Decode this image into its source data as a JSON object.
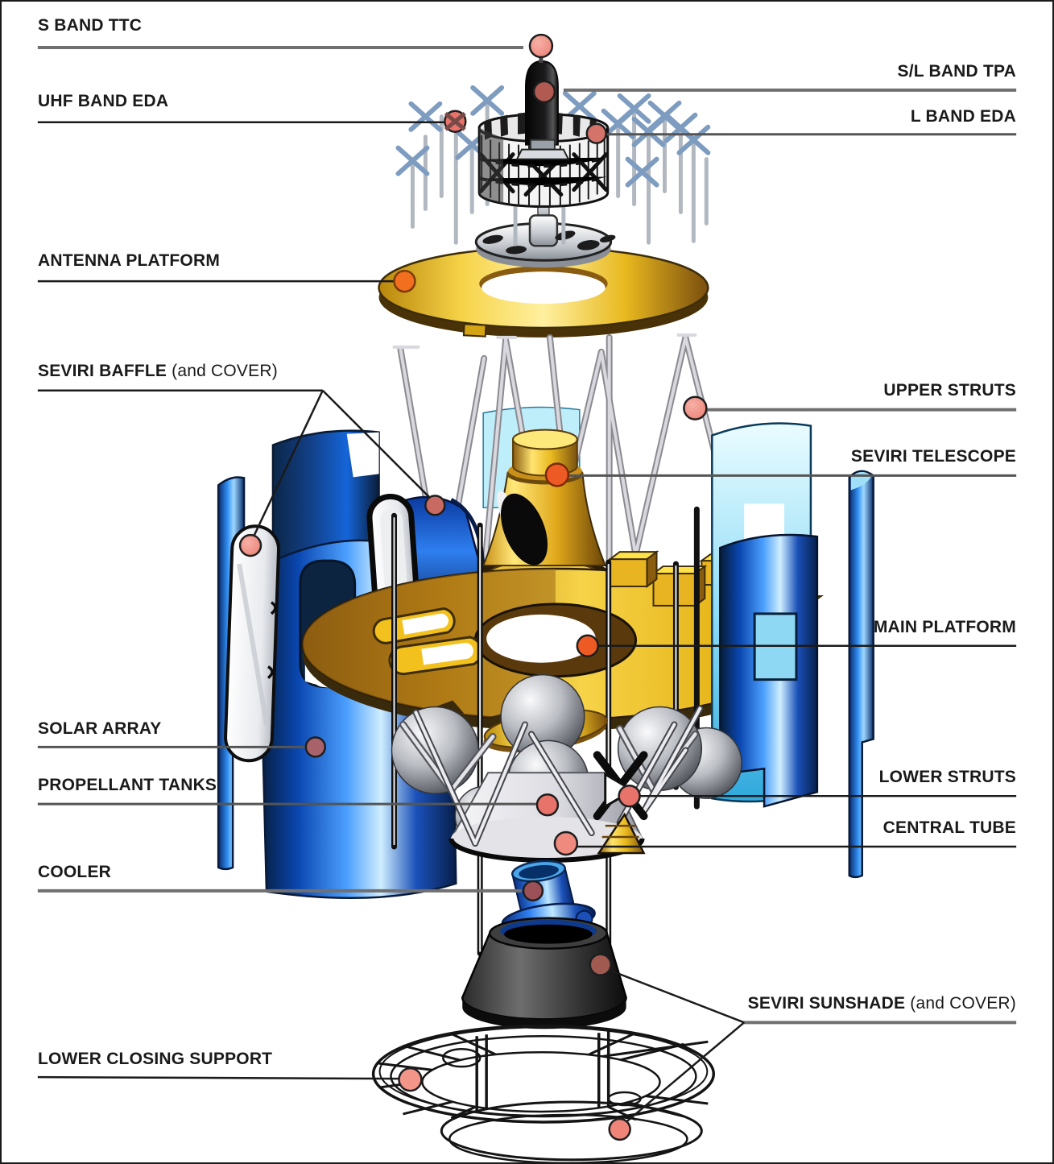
{
  "callouts": {
    "left": [
      {
        "label": "S BAND TTC"
      },
      {
        "label": "UHF BAND EDA"
      },
      {
        "label": "ANTENNA PLATFORM"
      },
      {
        "label": "SEVIRI BAFFLE",
        "suffix": " (and COVER)"
      },
      {
        "label": "SOLAR ARRAY"
      },
      {
        "label": "PROPELLANT TANKS"
      },
      {
        "label": "COOLER"
      },
      {
        "label": "LOWER CLOSING SUPPORT"
      }
    ],
    "right": [
      {
        "label": "S/L BAND TPA"
      },
      {
        "label": "L BAND EDA"
      },
      {
        "label": "UPPER STRUTS"
      },
      {
        "label": "SEVIRI TELESCOPE"
      },
      {
        "label": "MAIN PLATFORM"
      },
      {
        "label": "LOWER STRUTS"
      },
      {
        "label": "CENTRAL TUBE"
      },
      {
        "label": "SEVIRI SUNSHADE",
        "suffix": " (and COVER)"
      }
    ]
  },
  "colors": {
    "marker_salmon": "#f2938a",
    "marker_dark_red": "#a05a52",
    "marker_orange": "#f26f1f",
    "gold": "#f2c11e",
    "panel_blue": "#1565d8",
    "panel_cyan": "#9fe7fb",
    "strut_gray": "#c8c8cc",
    "line_gray": "#707070",
    "line_black": "#1a1a1a"
  }
}
